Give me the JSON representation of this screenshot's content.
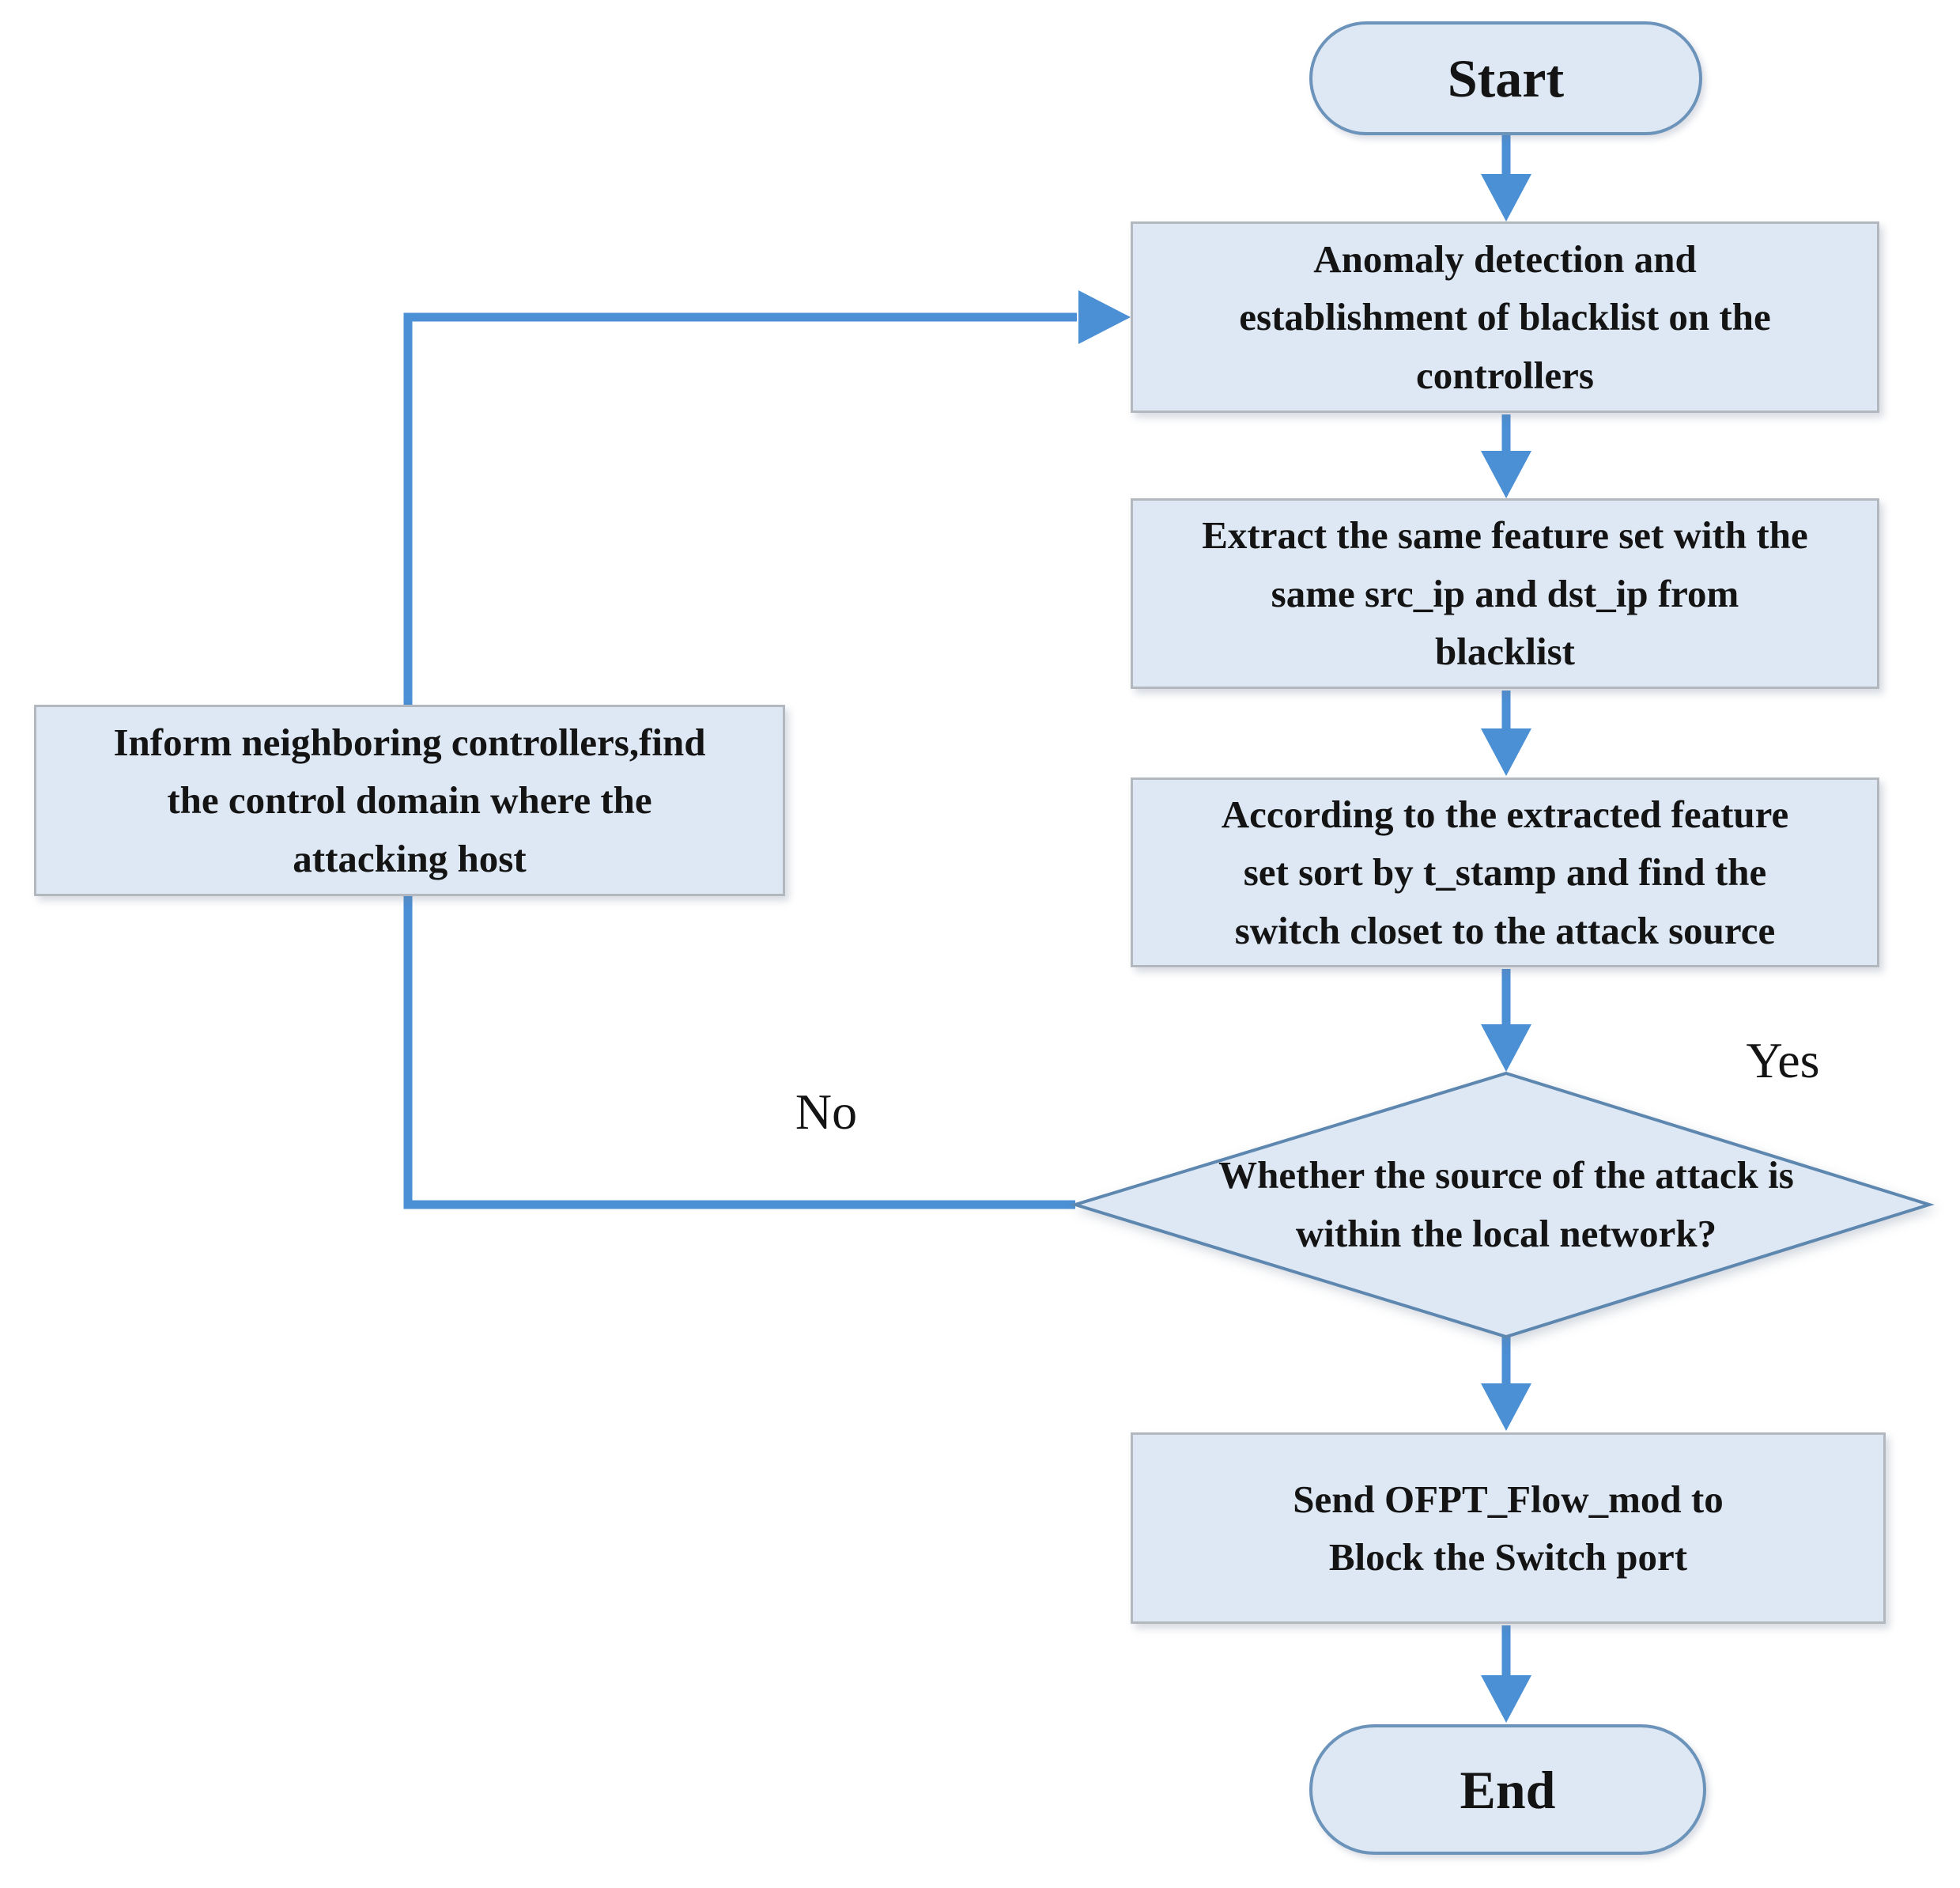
{
  "diagram": {
    "type": "flowchart",
    "nodes": {
      "start": {
        "label": "Start",
        "shape": "terminator"
      },
      "anomaly": {
        "label": "Anomaly detection and\nestablishment of blacklist on the\ncontrollers",
        "shape": "process"
      },
      "extract": {
        "label": "Extract the same feature set with the\nsame src_ip and dst_ip from\nblacklist",
        "shape": "process"
      },
      "sort": {
        "label": "According to the extracted feature\nset sort by t_stamp and find the\nswitch closet to the attack source",
        "shape": "process"
      },
      "decision": {
        "label": "Whether the source of the attack is\nwithin the local network?",
        "shape": "decision"
      },
      "inform": {
        "label": "Inform neighboring controllers,find\nthe control domain where the\nattacking host",
        "shape": "process"
      },
      "send": {
        "label": "Send OFPT_Flow_mod to\nBlock the Switch port",
        "shape": "process"
      },
      "end": {
        "label": "End",
        "shape": "terminator"
      }
    },
    "edge_labels": {
      "yes": "Yes",
      "no": "No"
    },
    "colors": {
      "shape_fill": "#dee8f4",
      "terminator_border": "#6c93ba",
      "process_border": "#b3b8bf",
      "decision_border": "#5e87b0",
      "connector": "#4b8fd4",
      "text": "#141414",
      "background": "#ffffff"
    }
  }
}
